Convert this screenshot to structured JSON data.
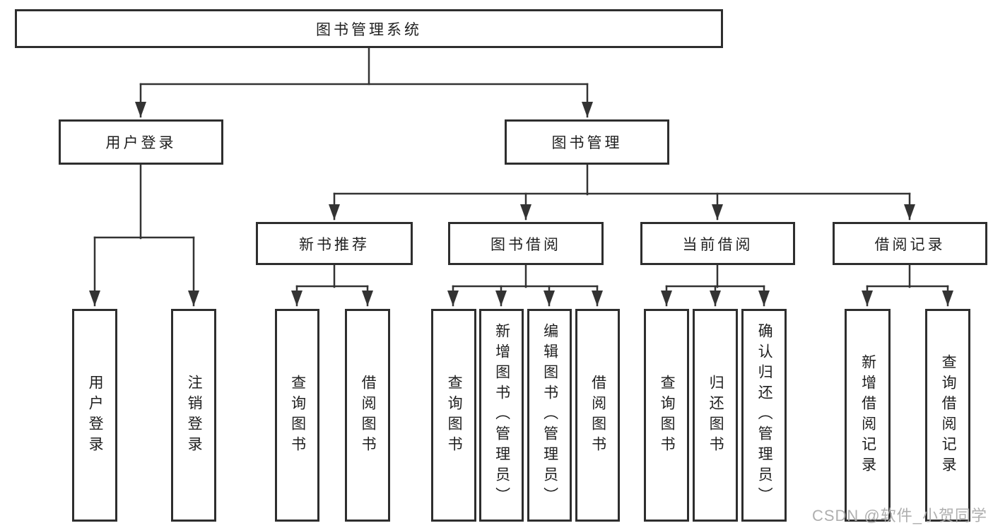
{
  "colors": {
    "background": "#ffffff",
    "box_border": "#2e2e2e",
    "connector_line": "#333333",
    "text": "#1f1f1f",
    "watermark": "#ababab"
  },
  "tree": {
    "root": {
      "label": "图书管理系统",
      "children": [
        {
          "label": "用户登录",
          "children": [
            {
              "label": "用户登录"
            },
            {
              "label": "注销登录"
            }
          ]
        },
        {
          "label": "图书管理",
          "children": [
            {
              "label": "新书推荐",
              "children": [
                {
                  "label": "查询图书"
                },
                {
                  "label": "借阅图书"
                }
              ]
            },
            {
              "label": "图书借阅",
              "children": [
                {
                  "label": "查询图书"
                },
                {
                  "label": "新增图书（管理员）"
                },
                {
                  "label": "编辑图书（管理员）"
                },
                {
                  "label": "借阅图书"
                }
              ]
            },
            {
              "label": "当前借阅",
              "children": [
                {
                  "label": "查询图书"
                },
                {
                  "label": "归还图书"
                },
                {
                  "label": "确认归还（管理员）"
                }
              ]
            },
            {
              "label": "借阅记录",
              "children": [
                {
                  "label": "新增借阅记录"
                },
                {
                  "label": "查询借阅记录"
                }
              ]
            }
          ]
        }
      ]
    }
  },
  "watermark": {
    "text": "CSDN @软件_小贺同学"
  }
}
